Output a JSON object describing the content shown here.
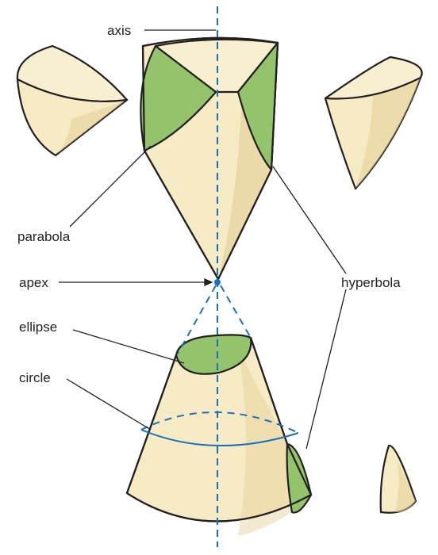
{
  "labels": {
    "axis": "axis",
    "parabola": "parabola",
    "apex": "apex",
    "hyperbola": "hyperbola",
    "ellipse": "ellipse",
    "circle": "circle"
  },
  "colors": {
    "cone_fill": "#f6ebc4",
    "cone_shade": "#e4cf98",
    "section_fill": "#93c36b",
    "axis_line": "#1a6fbd",
    "outline": "#231f20"
  }
}
